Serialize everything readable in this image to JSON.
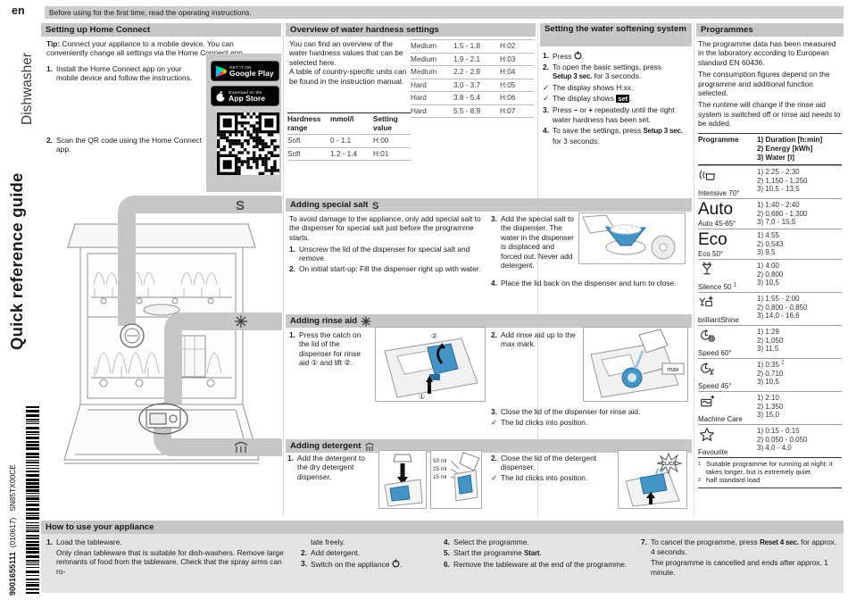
{
  "page": {
    "lang_tag": "en",
    "side_title": "Dishwasher",
    "side_subtitle": "Quick reference guide",
    "top_notice": "Before using for the first time, read the operating instructions.",
    "barcode_number": "9001655111",
    "barcode_date": "(010617)",
    "barcode_model": "SN85TX00CE"
  },
  "colors": {
    "header_bar": "#c7c7c7",
    "callout_band": "#c6c6c6",
    "accent_blue": "#4494c6",
    "badge_bg": "#000000",
    "howto_bg": "#e3e3e3"
  },
  "tokens": {
    "setup3": "Setup 3 sec.",
    "reset4": "Reset 4 sec.",
    "start": "Start",
    "set": "set",
    "minus": "−",
    "plus": "+",
    "c1": "①",
    "c2": "②",
    "sup1": "1",
    "sup2": "2"
  },
  "icons": {
    "salt_glyph": "S"
  },
  "home_connect": {
    "title": "Setting up Home Connect",
    "tip_label": "Tip:",
    "tip_text": " Connect your appliance to a mobile device. You can conveniently change all settings via the Home Connect app.",
    "steps": [
      {
        "m": "1.",
        "t": "Install the Home Connect app on your mobile device and follow the instructions."
      },
      {
        "m": "2.",
        "t": "Scan the QR code using the Home Connect app."
      }
    ],
    "badges": {
      "google_top": "GET IT ON",
      "google_brand": "Google Play",
      "apple_top": "Download on the",
      "apple_brand": "App Store"
    }
  },
  "hardness": {
    "title": "Overview of water hardness settings",
    "intro1": "You can find an overview of the water hardness values that can be selected here.",
    "intro2": "A table of country-specific units can be found in the instruction manual.",
    "headers": [
      "Hardness range",
      "mmol/l",
      "Setting value"
    ],
    "left_rows": [
      [
        "Soft",
        "0 - 1.1",
        "H:00"
      ],
      [
        "Soft",
        "1.2 - 1.4",
        "H:01"
      ]
    ],
    "right_rows": [
      [
        "Medium",
        "1.5 - 1.8",
        "H:02"
      ],
      [
        "Medium",
        "1.9 - 2.1",
        "H:03"
      ],
      [
        "Medium",
        "2.2 - 2.9",
        "H:04"
      ],
      [
        "Hard",
        "3.0 - 3.7",
        "H:05"
      ],
      [
        "Hard",
        "3.8 - 5.4",
        "H:06"
      ],
      [
        "Hard",
        "5.5 - 8.9",
        "H:07"
      ]
    ]
  },
  "softening": {
    "title": "Setting the water softening system",
    "steps": [
      {
        "m": "1.",
        "t": "Press {power}."
      },
      {
        "m": "2.",
        "t": "To open the basic settings, press {setup3} for 3 seconds."
      },
      {
        "m": "✓",
        "t": "The display shows H:xx."
      },
      {
        "m": "✓",
        "t": "The display shows {set}."
      },
      {
        "m": "3.",
        "t": "Press {minus} or {plus} repeatedly until the right water hardness has been set."
      },
      {
        "m": "4.",
        "t": "To save the settings, press {setup3} for 3 seconds."
      }
    ]
  },
  "salt": {
    "title": "Adding special salt",
    "intro": "To avoid damage to the appliance, only add special salt to the dispenser for special salt just before the programme starts.",
    "steps_left": [
      {
        "m": "1.",
        "t": "Unscrew the lid of the dispenser for special salt and remove."
      },
      {
        "m": "2.",
        "t": "On initial start-up: Fill the dispenser right up with water."
      }
    ],
    "step3": [
      {
        "m": "3.",
        "t": "Add the special salt to the dispenser. The water in the dispenser is displaced and forced out. Never add detergent."
      }
    ],
    "step4": [
      {
        "m": "4.",
        "t": "Place the lid back on the dispenser and turn to close."
      }
    ]
  },
  "rinse": {
    "title": "Adding rinse aid",
    "step1": [
      {
        "m": "1.",
        "t": "Press the catch on the lid of the dispenser for rinse aid {c1} and lift {c2}."
      }
    ],
    "step2": [
      {
        "m": "2.",
        "t": "Add rinse aid up to the max mark."
      }
    ],
    "step3": [
      {
        "m": "3.",
        "t": "Close the lid of the dispenser for rinse aid."
      },
      {
        "m": "✓",
        "t": "The lid clicks into position."
      }
    ],
    "max_label": "max"
  },
  "detergent": {
    "title": "Adding detergent",
    "step1": [
      {
        "m": "1.",
        "t": "Add the detergent to the dry detergent dispenser."
      }
    ],
    "step2": [
      {
        "m": "2.",
        "t": "Close the lid of the detergent dispenser."
      },
      {
        "m": "✓",
        "t": "The lid clicks into position."
      }
    ],
    "ml_labels": [
      "50 ml",
      "25 ml",
      "15 ml"
    ],
    "click_label": "CLICK"
  },
  "programmes": {
    "title": "Programmes",
    "paras": [
      "The programme data has been measured in the laboratory according to European standard EN 60436.",
      "The consumption figures depend on the programme and additional function selected.",
      "The runtime will change if the rinse aid system is switched off or rinse aid needs to be added."
    ],
    "col_header": "Programme",
    "value_headers": [
      "1) Duration [h:min]",
      "2) Energy [kWh]",
      "3) Water [l]"
    ],
    "rows": [
      {
        "icon": "intensive-icon",
        "label": "Intensive 70°",
        "values": [
          "1) 2:25 - 2:30",
          "2) 1,150 - 1,250",
          "3) 10,5 - 13,5"
        ]
      },
      {
        "big_text": "Auto",
        "label": "Auto 45-65°",
        "values": [
          "1) 1:40 - 2:40",
          "2) 0,680 - 1,300",
          "3) 7,0 - 15,5"
        ]
      },
      {
        "big_text": "Eco",
        "label": "Eco 50°",
        "values": [
          "1) 4:55",
          "2) 0,543",
          "3) 9,5"
        ]
      },
      {
        "icon": "silence-icon",
        "label": "Silence 50 {sup1}",
        "values": [
          "1) 4:00",
          "2) 0,800",
          "3) 10,5"
        ]
      },
      {
        "icon": "brilliant-shine-icon",
        "label": "brilliantShine",
        "values": [
          "1) 1:55 - 2:00",
          "2) 0,800 - 0,850",
          "3) 14,0 - 16,6"
        ]
      },
      {
        "icon": "speed60-icon",
        "label": "Speed 60°",
        "values": [
          "1) 1:29",
          "2) 1,050",
          "3) 11,5"
        ]
      },
      {
        "icon": "speed45-icon",
        "label": "Speed 45°",
        "values": [
          "1) 0:35 {sup2}",
          "2) 0,710",
          "3) 10,5"
        ]
      },
      {
        "icon": "machine-care-icon",
        "label": "Machine Care",
        "values": [
          "1) 2:10",
          "2) 1,350",
          "3) 15,0"
        ]
      },
      {
        "icon": "favourite-icon",
        "label": "Favourite",
        "values": [
          "1) 0:15 - 0:15",
          "2) 0,050 - 0,050",
          "3) 4,0 - 4,0"
        ]
      }
    ],
    "footnotes": [
      {
        "sup": "1",
        "text": "Suitable programme for running at night: it takes longer, but is extremely quiet."
      },
      {
        "sup": "2",
        "text": "half standard load"
      }
    ]
  },
  "how_to": {
    "title": "How to use your appliance",
    "columns": [
      [
        {
          "m": "1.",
          "t": "Load the tableware."
        },
        {
          "m": "",
          "t": "Only clean tableware that is suitable for dish-washers. Remove large remnants of food from the tableware. Check that the spray arms can ro-"
        }
      ],
      [
        {
          "m": "",
          "t": "tate freely."
        },
        {
          "m": "2.",
          "t": "Add detergent."
        },
        {
          "m": "3.",
          "t": "Switch on the appliance {power}."
        }
      ],
      [
        {
          "m": "4.",
          "t": "Select the programme."
        },
        {
          "m": "5.",
          "t": "Start the programme {start}."
        },
        {
          "m": "6.",
          "t": "Remove the tableware at the end of the programme."
        }
      ],
      [
        {
          "m": "7.",
          "t": "To cancel the programme, press {reset4} for approx. 4 seconds."
        },
        {
          "m": "",
          "t": "The programme is cancelled and ends after approx. 1 minute."
        }
      ]
    ]
  }
}
